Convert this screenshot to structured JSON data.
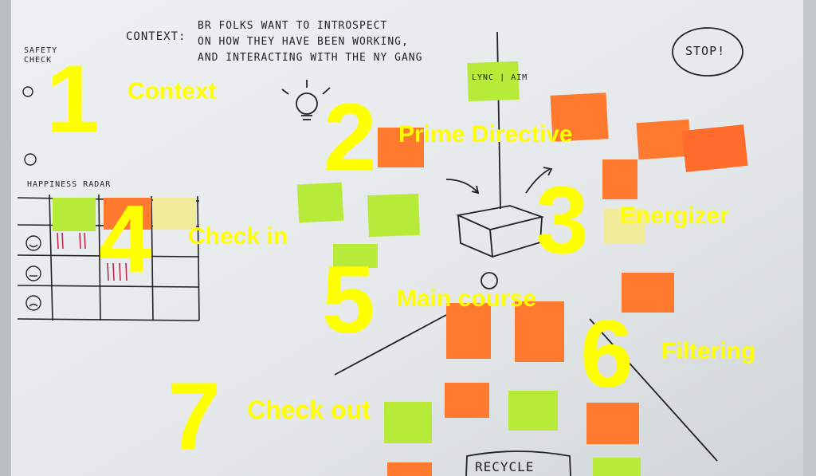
{
  "steps": [
    {
      "number": "1",
      "label": "Context"
    },
    {
      "number": "2",
      "label": "Prime Directive"
    },
    {
      "number": "3",
      "label": "Energizer"
    },
    {
      "number": "4",
      "label": "Check in"
    },
    {
      "number": "5",
      "label": "Main course"
    },
    {
      "number": "6",
      "label": "Filtering"
    },
    {
      "number": "7",
      "label": "Check out"
    }
  ],
  "whiteboard": {
    "context_heading": "CONTEXT:",
    "context_line1": "BR FOLKS WANT TO INTROSPECT",
    "context_line2": "ON HOW THEY HAVE BEEN WORKING,",
    "context_line3": "AND INTERACTING WITH THE NY GANG",
    "stop": "STOP!",
    "safety_check": "SAFETY CHECK",
    "happiness_radar": "HAPPINESS RADAR",
    "recycle": "RECYCLE",
    "lync_note": "LYNC | AIM",
    "colors": {
      "highlight": "#ffff00",
      "orange_note": "#ff7a2e",
      "green_note": "#b8ea3a",
      "yellow_note": "#f2ec9a"
    }
  }
}
